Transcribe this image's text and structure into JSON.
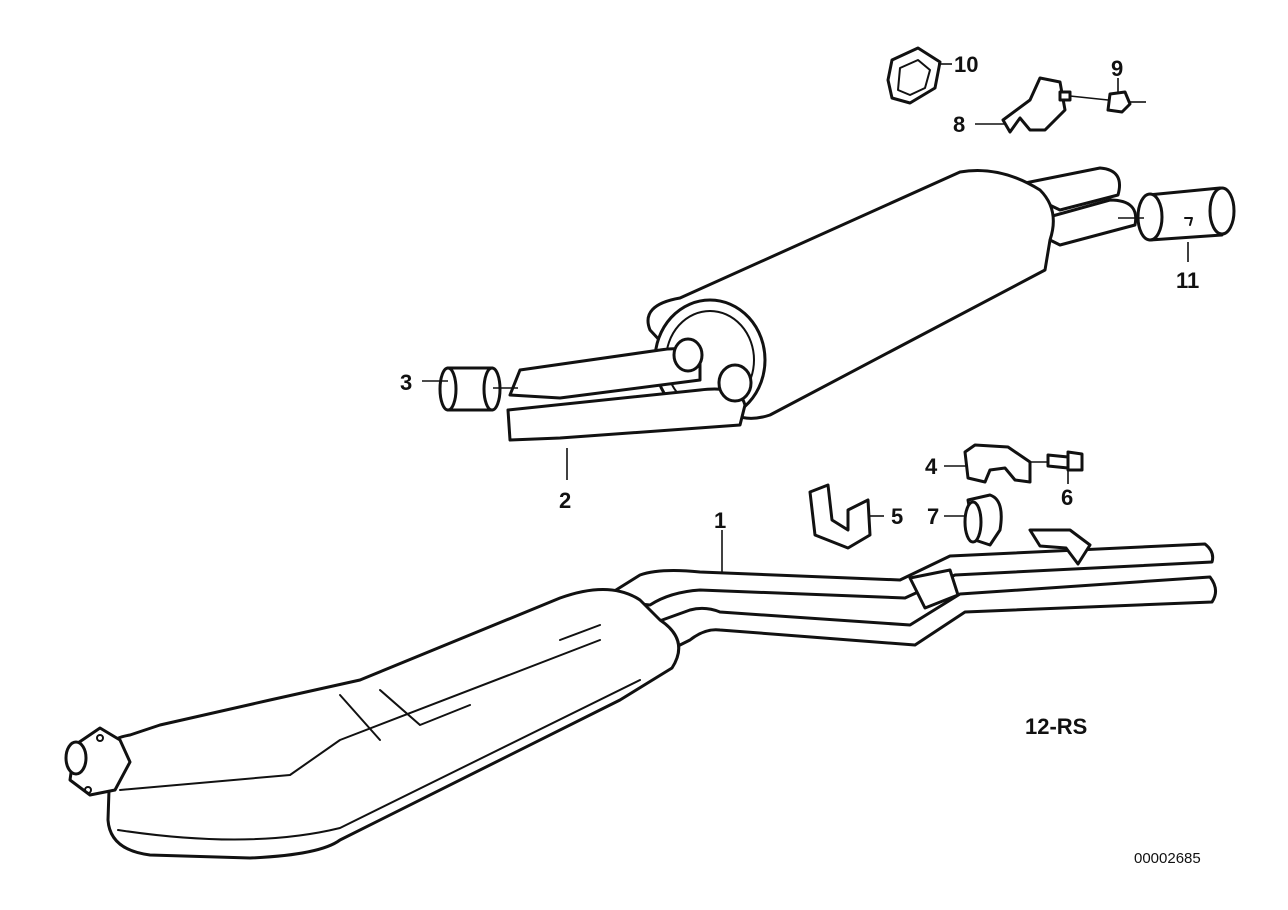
{
  "diagram": {
    "group_code": "12-RS",
    "reference": "00002685",
    "callouts": {
      "c1": "1",
      "c2": "2",
      "c3": "3",
      "c4": "4",
      "c5": "5",
      "c6": "6",
      "c7": "7",
      "c8": "8",
      "c9": "9",
      "c10": "10",
      "c11": "11"
    }
  }
}
